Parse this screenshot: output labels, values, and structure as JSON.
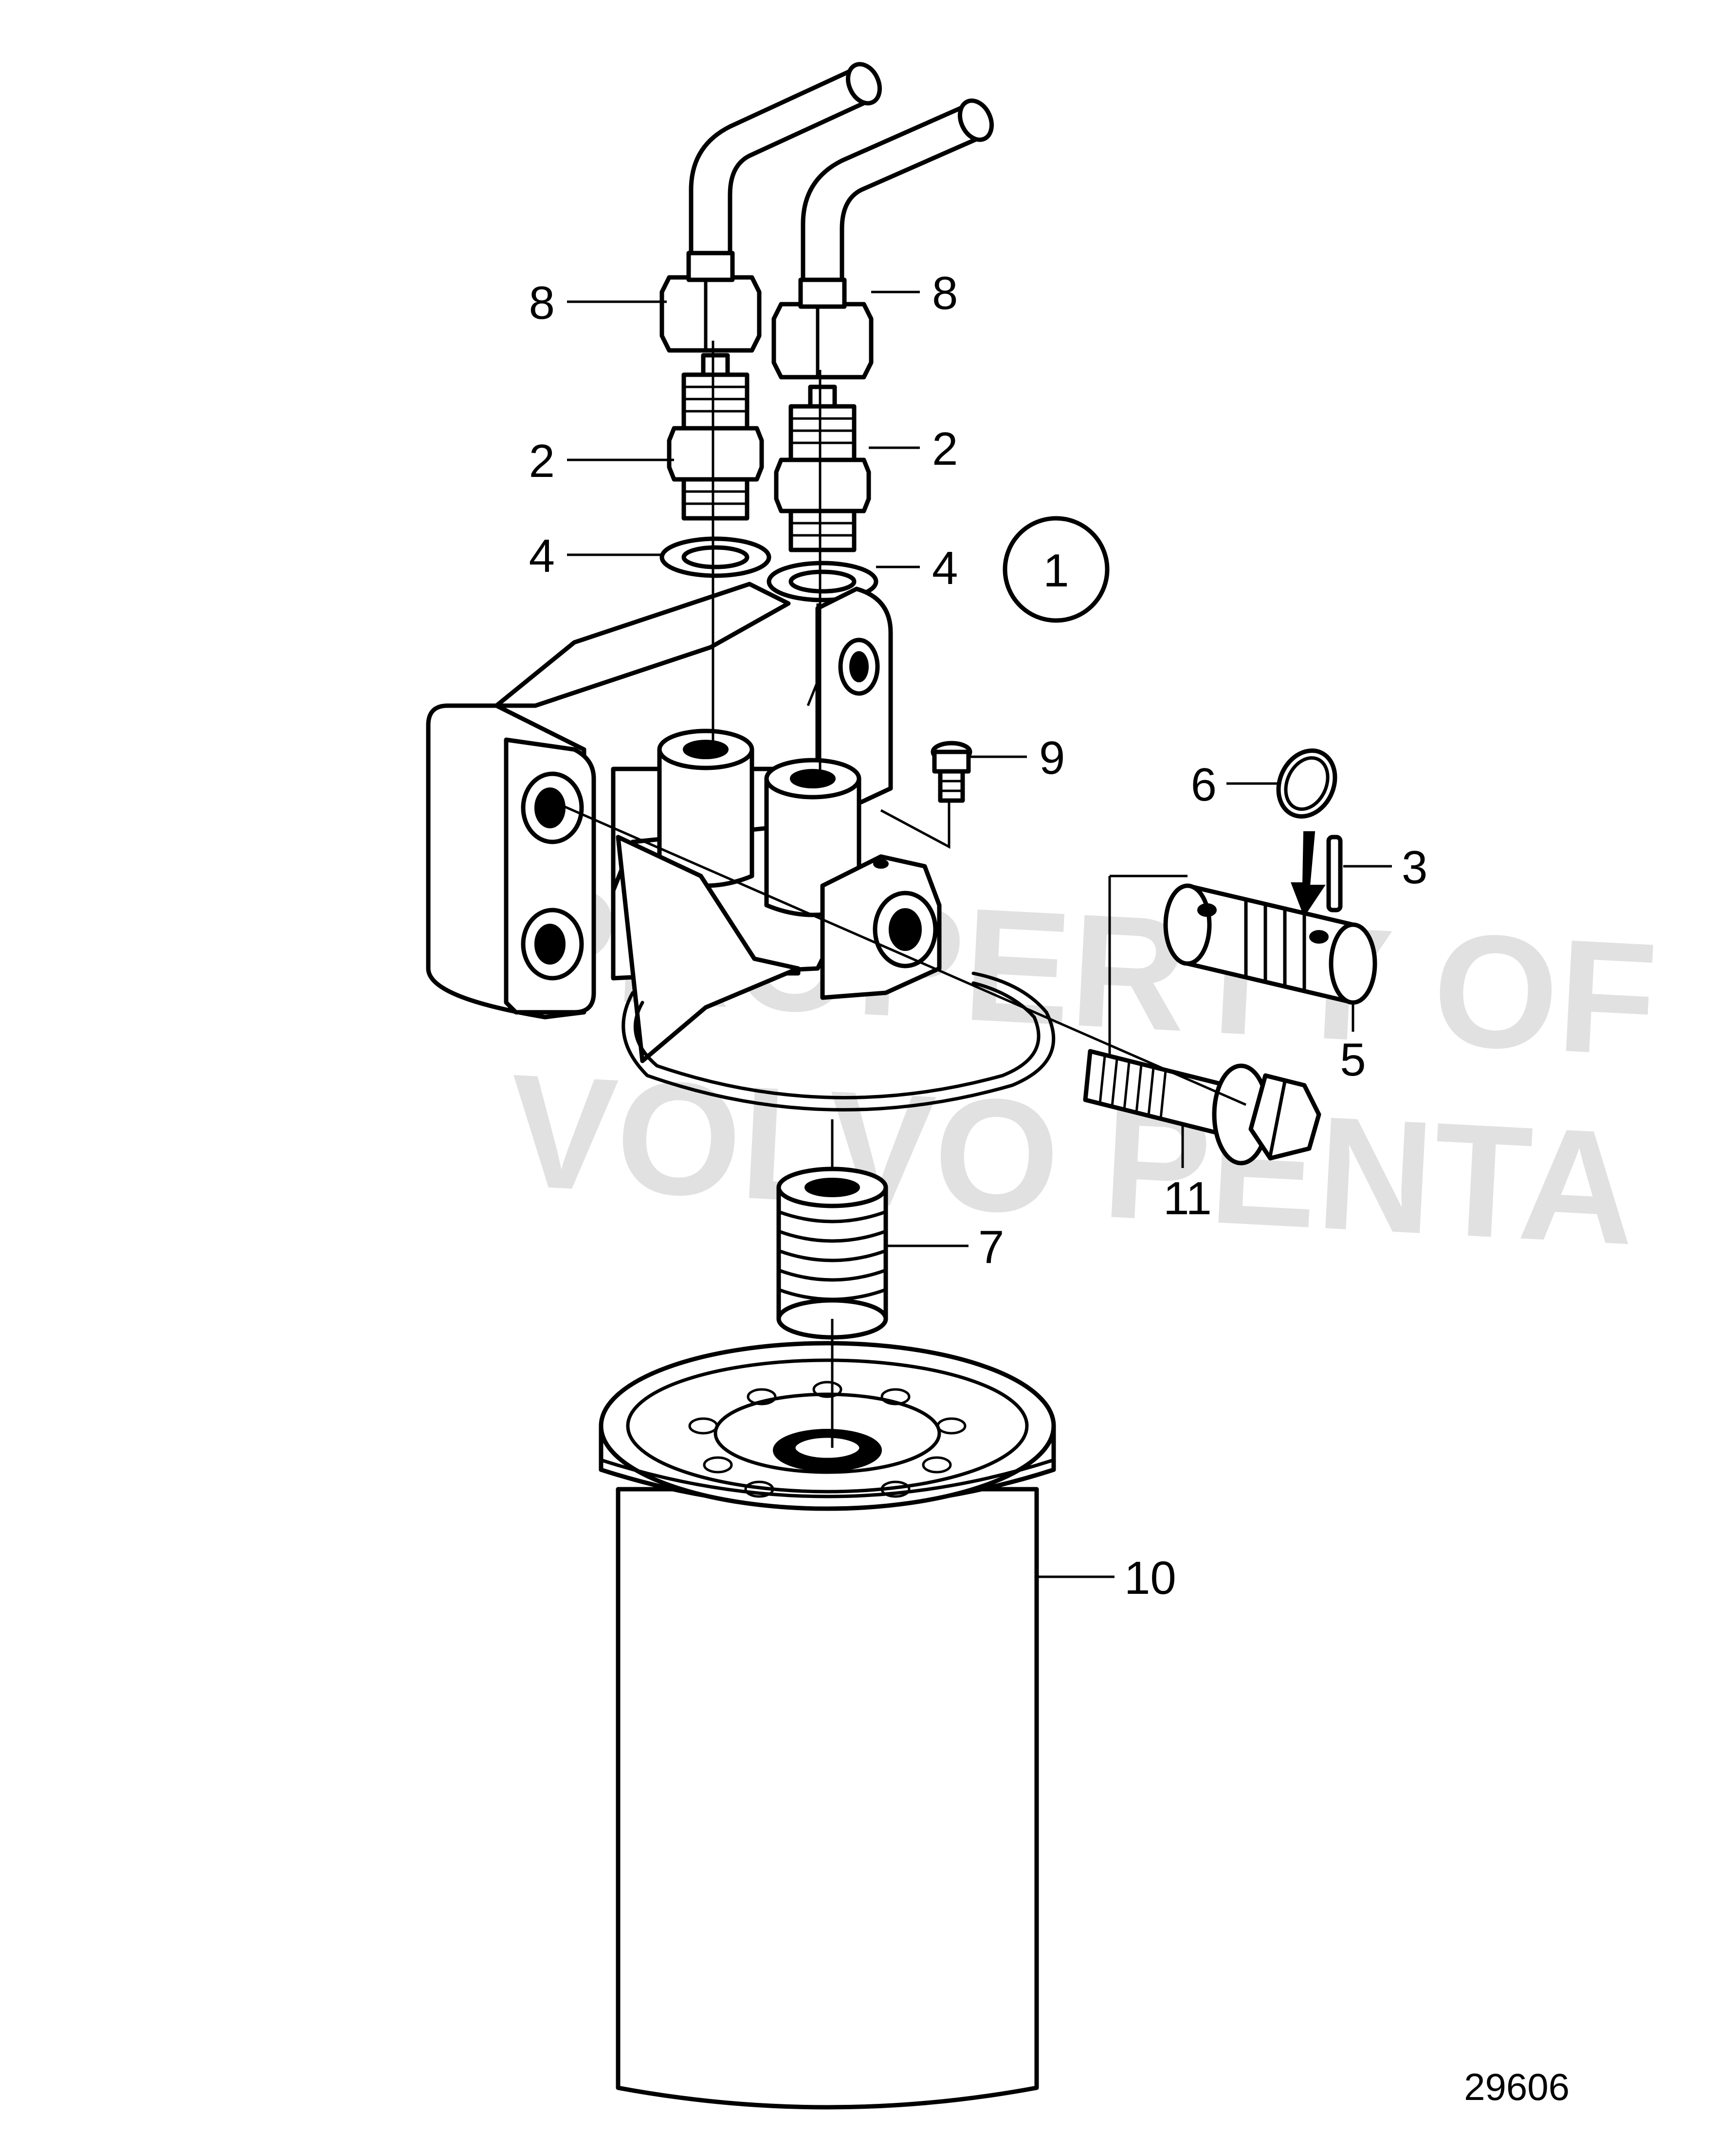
{
  "figure_number": "29606",
  "watermark": {
    "line1": "PROPERTY OF",
    "line2": "VOLVO PENTA"
  },
  "assembly_callout": "1",
  "callouts": {
    "c2_left": "2",
    "c2_right": "2",
    "c3": "3",
    "c4_left": "4",
    "c4_right": "4",
    "c5": "5",
    "c6": "6",
    "c7": "7",
    "c8_left": "8",
    "c8_right": "8",
    "c9": "9",
    "c10": "10",
    "c11": "11"
  }
}
